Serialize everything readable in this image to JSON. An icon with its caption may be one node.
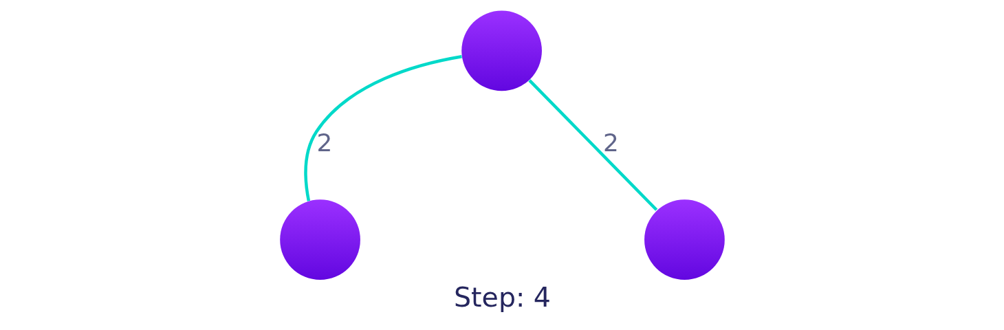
{
  "diagram": {
    "caption": "Step: 4",
    "nodes": [
      {
        "text": [],
        "shape": "circle"
      },
      {
        "text": [],
        "shape": "circle"
      },
      {
        "text": [],
        "shape": "circle"
      }
    ],
    "edges": [
      {
        "from": 0,
        "to": 1,
        "arrow": "none",
        "label": "2"
      },
      {
        "from": 0,
        "to": 2,
        "arrow": "none",
        "label": "2"
      }
    ]
  }
}
